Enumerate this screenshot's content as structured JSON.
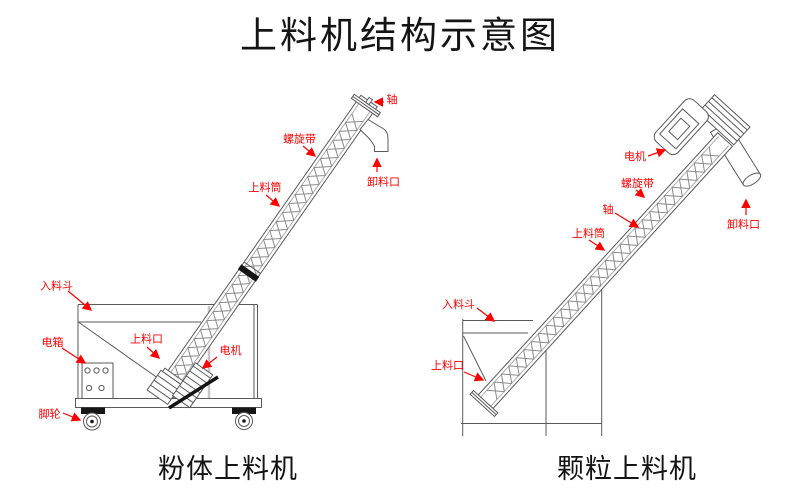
{
  "title": "上料机结构示意图",
  "machines": {
    "left": {
      "caption": "粉体上料机",
      "labels": {
        "shaft": "轴",
        "spiral_belt": "螺旋带",
        "feed_tube": "上料筒",
        "discharge_port": "卸料口",
        "feed_hopper": "入料斗",
        "electric_box": "电箱",
        "feed_port": "上料口",
        "motor": "电机",
        "caster": "脚轮"
      }
    },
    "right": {
      "caption": "颗粒上料机",
      "labels": {
        "motor": "电机",
        "spiral_belt": "螺旋带",
        "shaft": "轴",
        "feed_tube": "上料筒",
        "discharge_port": "卸料口",
        "feed_hopper": "入料斗",
        "feed_port": "上料口"
      }
    }
  },
  "colors": {
    "label_red": "#fe0000",
    "line_gray": "#5a5a5a",
    "text_black": "#141414",
    "background": "#ffffff"
  }
}
